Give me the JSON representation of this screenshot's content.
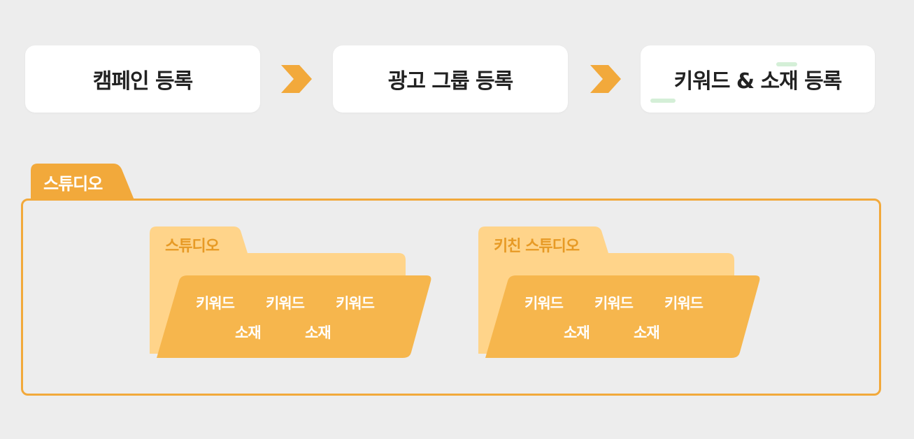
{
  "flow": {
    "steps": [
      {
        "label": "캠페인 등록"
      },
      {
        "label": "광고 그룹 등록"
      },
      {
        "label": "키워드 & 소재 등록"
      }
    ]
  },
  "outer": {
    "tab_label": "스튜디오"
  },
  "folders": [
    {
      "label": "스튜디오",
      "keywords": [
        "키워드",
        "키워드",
        "키워드"
      ],
      "materials": [
        "소재",
        "소재"
      ]
    },
    {
      "label": "키친 스튜디오",
      "keywords": [
        "키워드",
        "키워드",
        "키워드"
      ],
      "materials": [
        "소재",
        "소재"
      ]
    }
  ],
  "colors": {
    "accent": "#f2a93b",
    "folder_back": "#ffd48a",
    "folder_front": "#f6b64d",
    "background": "#ededed"
  }
}
